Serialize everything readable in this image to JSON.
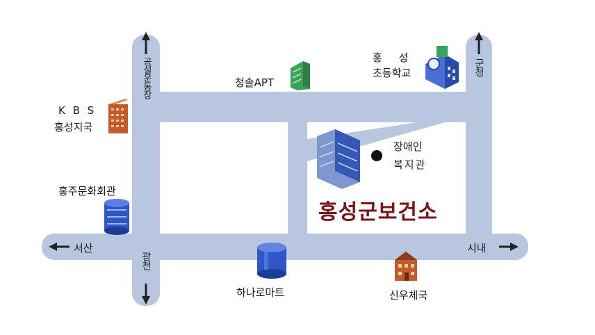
{
  "map": {
    "title": "홍성군보건소",
    "landmarks": {
      "kbs_line1": "K B S",
      "kbs_line2": "홍성지국",
      "culture_hall": "홍주문화회관",
      "apt": "청솔APT",
      "school_line1": "홍     성",
      "school_line2": "초등학교",
      "welfare_line1": "장애인",
      "welfare_line2": "복지관",
      "mart": "하나로마트",
      "post_office": "신우체국"
    },
    "directions": {
      "north_left": "공설운동장",
      "north_right": "군청",
      "west": "서산",
      "east": "시내",
      "south": "광천"
    }
  },
  "colors": {
    "road": "#b8c6e0",
    "road_edge": "#a4b4d4",
    "title": "#7a1416",
    "arrow": "#222222",
    "bldg_blue": "#2f56c8",
    "bldg_green": "#3aa35a",
    "bldg_brick": "#c25a2c"
  }
}
